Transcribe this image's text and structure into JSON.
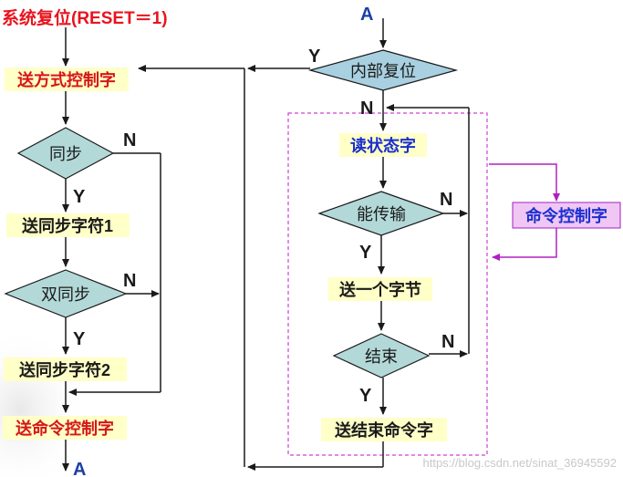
{
  "title": "系统复位(RESET＝1)",
  "connectors": {
    "top_right": "A",
    "bottom_left": "A"
  },
  "left_flow": {
    "send_mode": "送方式控制字",
    "sync": "同步",
    "send_sync1": "送同步字符1",
    "dual_sync": "双同步",
    "send_sync2": "送同步字符2",
    "send_command": "送命令控制字"
  },
  "right_flow": {
    "internal_reset": "内部复位",
    "read_status": "读状态字",
    "can_transfer": "能传输",
    "send_byte": "送一个字节",
    "end": "结束",
    "send_end_command": "送结束命令字"
  },
  "side_box": "命令控制字",
  "branch_labels": {
    "yes": "Y",
    "no": "N"
  },
  "watermark": "https://blog.csdn.net/sinat_36945592",
  "colors": {
    "title": "#e8141e",
    "rect_fill": "#ffffc8",
    "rect_text_blue": "#1a2fd0",
    "rect_text_dark": "#1a1a1a",
    "rect_text_red": "#d61616",
    "diamond_fill": "#b3d8d8",
    "diamond_fill_right": "#a8d0e0",
    "side_box_fill": "#f0c6f4",
    "side_box_border": "#a020c0",
    "dashed_border": "#d040d0",
    "arrow_magenta": "#b020c0",
    "line": "#1a1a1a"
  }
}
